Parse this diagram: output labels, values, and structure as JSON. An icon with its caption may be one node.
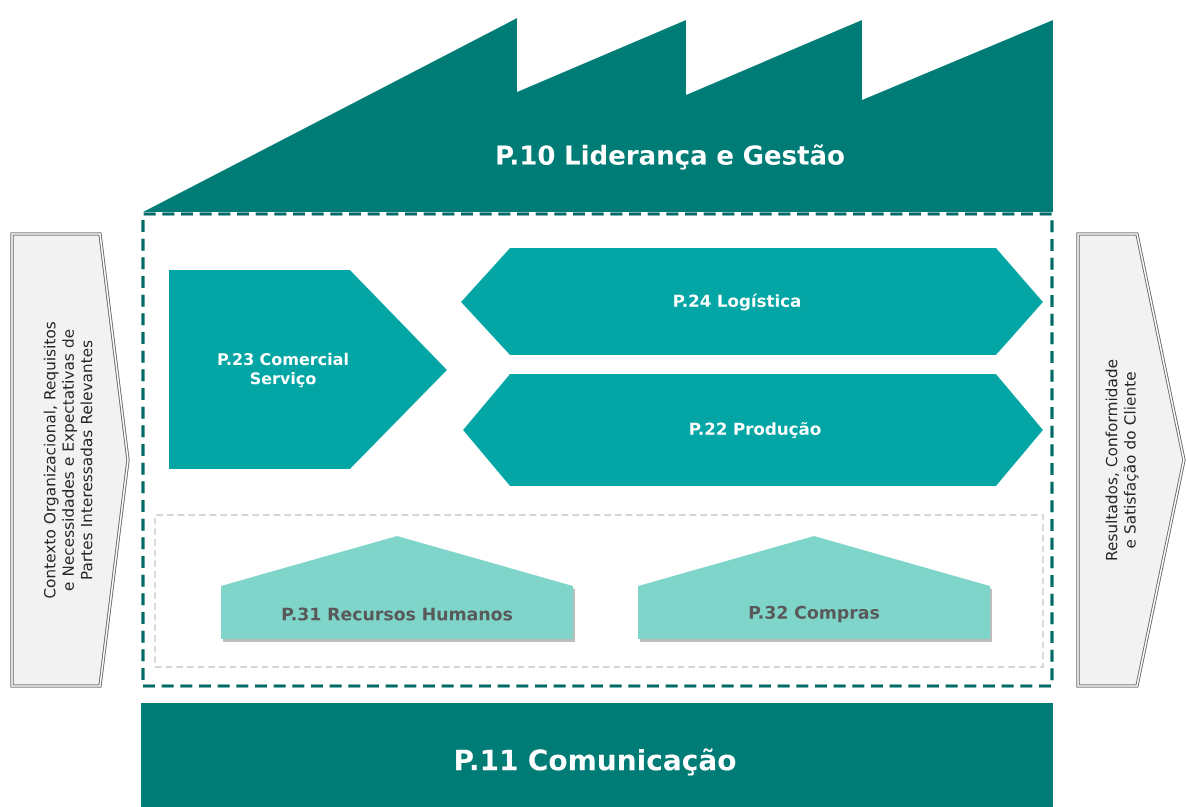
{
  "diagram": {
    "nodes": [
      {
        "text": [
          "P.10  Liderança e Gestão"
        ]
      },
      {
        "text": [
          "Contexto Organizacional, Requisitos e Necessidades e Expectativas de Partes Interessadas Relevantes"
        ]
      },
      {
        "text": [],
        "shape": "box"
      },
      {
        "text": [
          "P.23 Comercial Serviço"
        ],
        "in": 2
      },
      {
        "text": [
          "P.24 Logística"
        ],
        "in": 2
      },
      {
        "text": [
          "P.22  Produção"
        ],
        "in": 2
      },
      {
        "text": [],
        "shape": "box",
        "in": 2
      },
      {
        "text": [
          "P.31 Recursos Humanos"
        ],
        "in": 6
      },
      {
        "text": [
          "P.32 Compras"
        ],
        "in": 6
      },
      {
        "text": [
          "Resultados, Conformidade e Satisfação do Cliente"
        ]
      },
      {
        "text": [
          "P.11  Comunicação"
        ]
      }
    ]
  }
}
